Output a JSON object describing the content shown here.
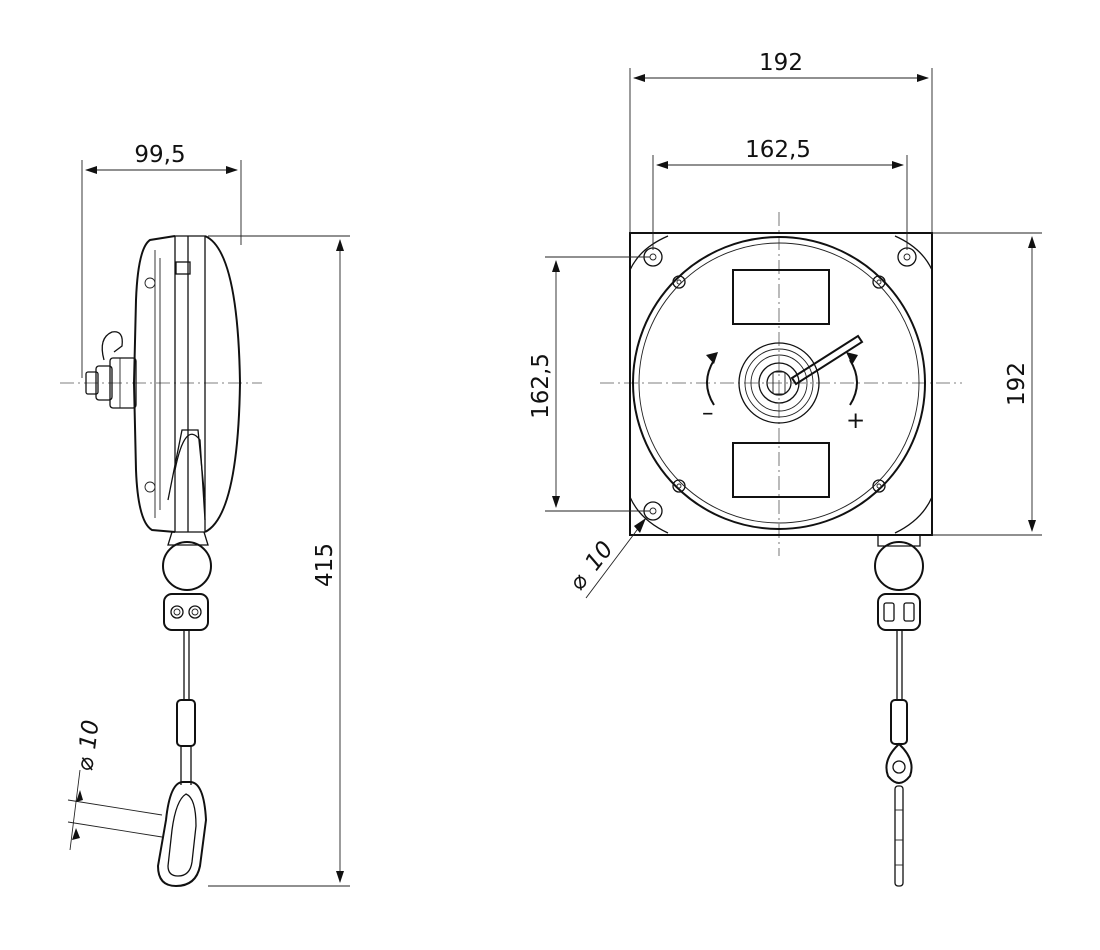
{
  "dimensions": {
    "side_width": "99,5",
    "overall_length": "415",
    "front_width_outer": "192",
    "front_width_holes": "162,5",
    "front_height_holes": "162,5",
    "front_height_outer": "192",
    "hole_diameter_front": "10",
    "hook_diameter_side": "10",
    "diameter_symbol": "⌀"
  },
  "dial": {
    "minus_sign": "–",
    "plus_sign": "+"
  }
}
